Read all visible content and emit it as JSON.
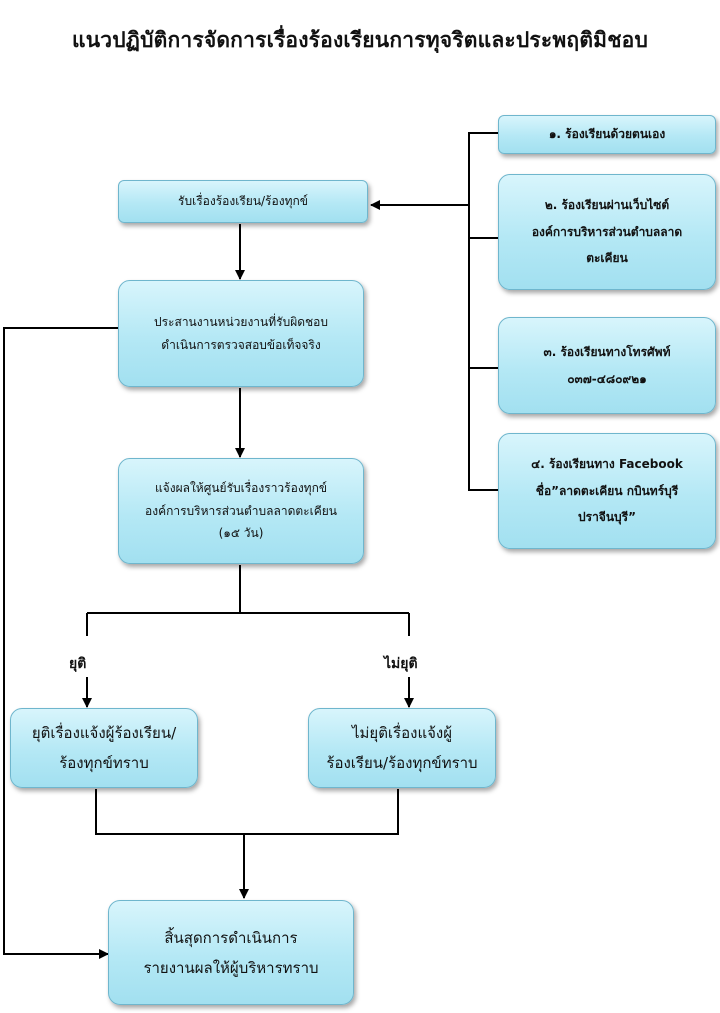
{
  "title": "แนวปฏิบัติการจัดการเรื่องร้องเรียนการทุจริตและประพฤติมิชอบ",
  "boxes": {
    "receive": "รับเรื่องร้องเรียน/ร้องทุกข์",
    "coordinate": [
      "ประสานงานหน่วยงานที่รับผิดชอบ",
      "ดำเนินการตรวจสอบข้อเท็จจริง"
    ],
    "notify": [
      "แจ้งผลให้ศูนย์รับเรื่องราวร้องทุกข์",
      "องค์การบริหารส่วนตำบลลาดตะเคียน",
      "(๑๕ วัน)"
    ],
    "end_notify": [
      "ยุติเรื่องแจ้งผู้ร้องเรียน/",
      "ร้องทุกข์ทราบ"
    ],
    "continue_notify": [
      "ไม่ยุติเรื่องแจ้งผู้",
      "ร้องเรียน/ร้องทุกข์ทราบ"
    ],
    "final": [
      "สิ้นสุดการดำเนินการ",
      "รายงานผลให้ผู้บริหารทราบ"
    ]
  },
  "channels": [
    [
      "๑. ร้องเรียนด้วยตนเอง"
    ],
    [
      "๒. ร้องเรียนผ่านเว็บไซต์",
      "องค์การบริหารส่วนตำบลลาด",
      "ตะเคียน"
    ],
    [
      "๓. ร้องเรียนทางโทรศัพท์",
      "๐๓๗-๔๘๐๙๒๑"
    ],
    [
      "๔. ร้องเรียนทาง Facebook",
      "ชื่อ”ลาดตะเคียน กบินทร์บุรี",
      "ปราจีนบุรี”"
    ]
  ],
  "branch_labels": {
    "end": "ยุติ",
    "continue": "ไม่ยุติ"
  }
}
